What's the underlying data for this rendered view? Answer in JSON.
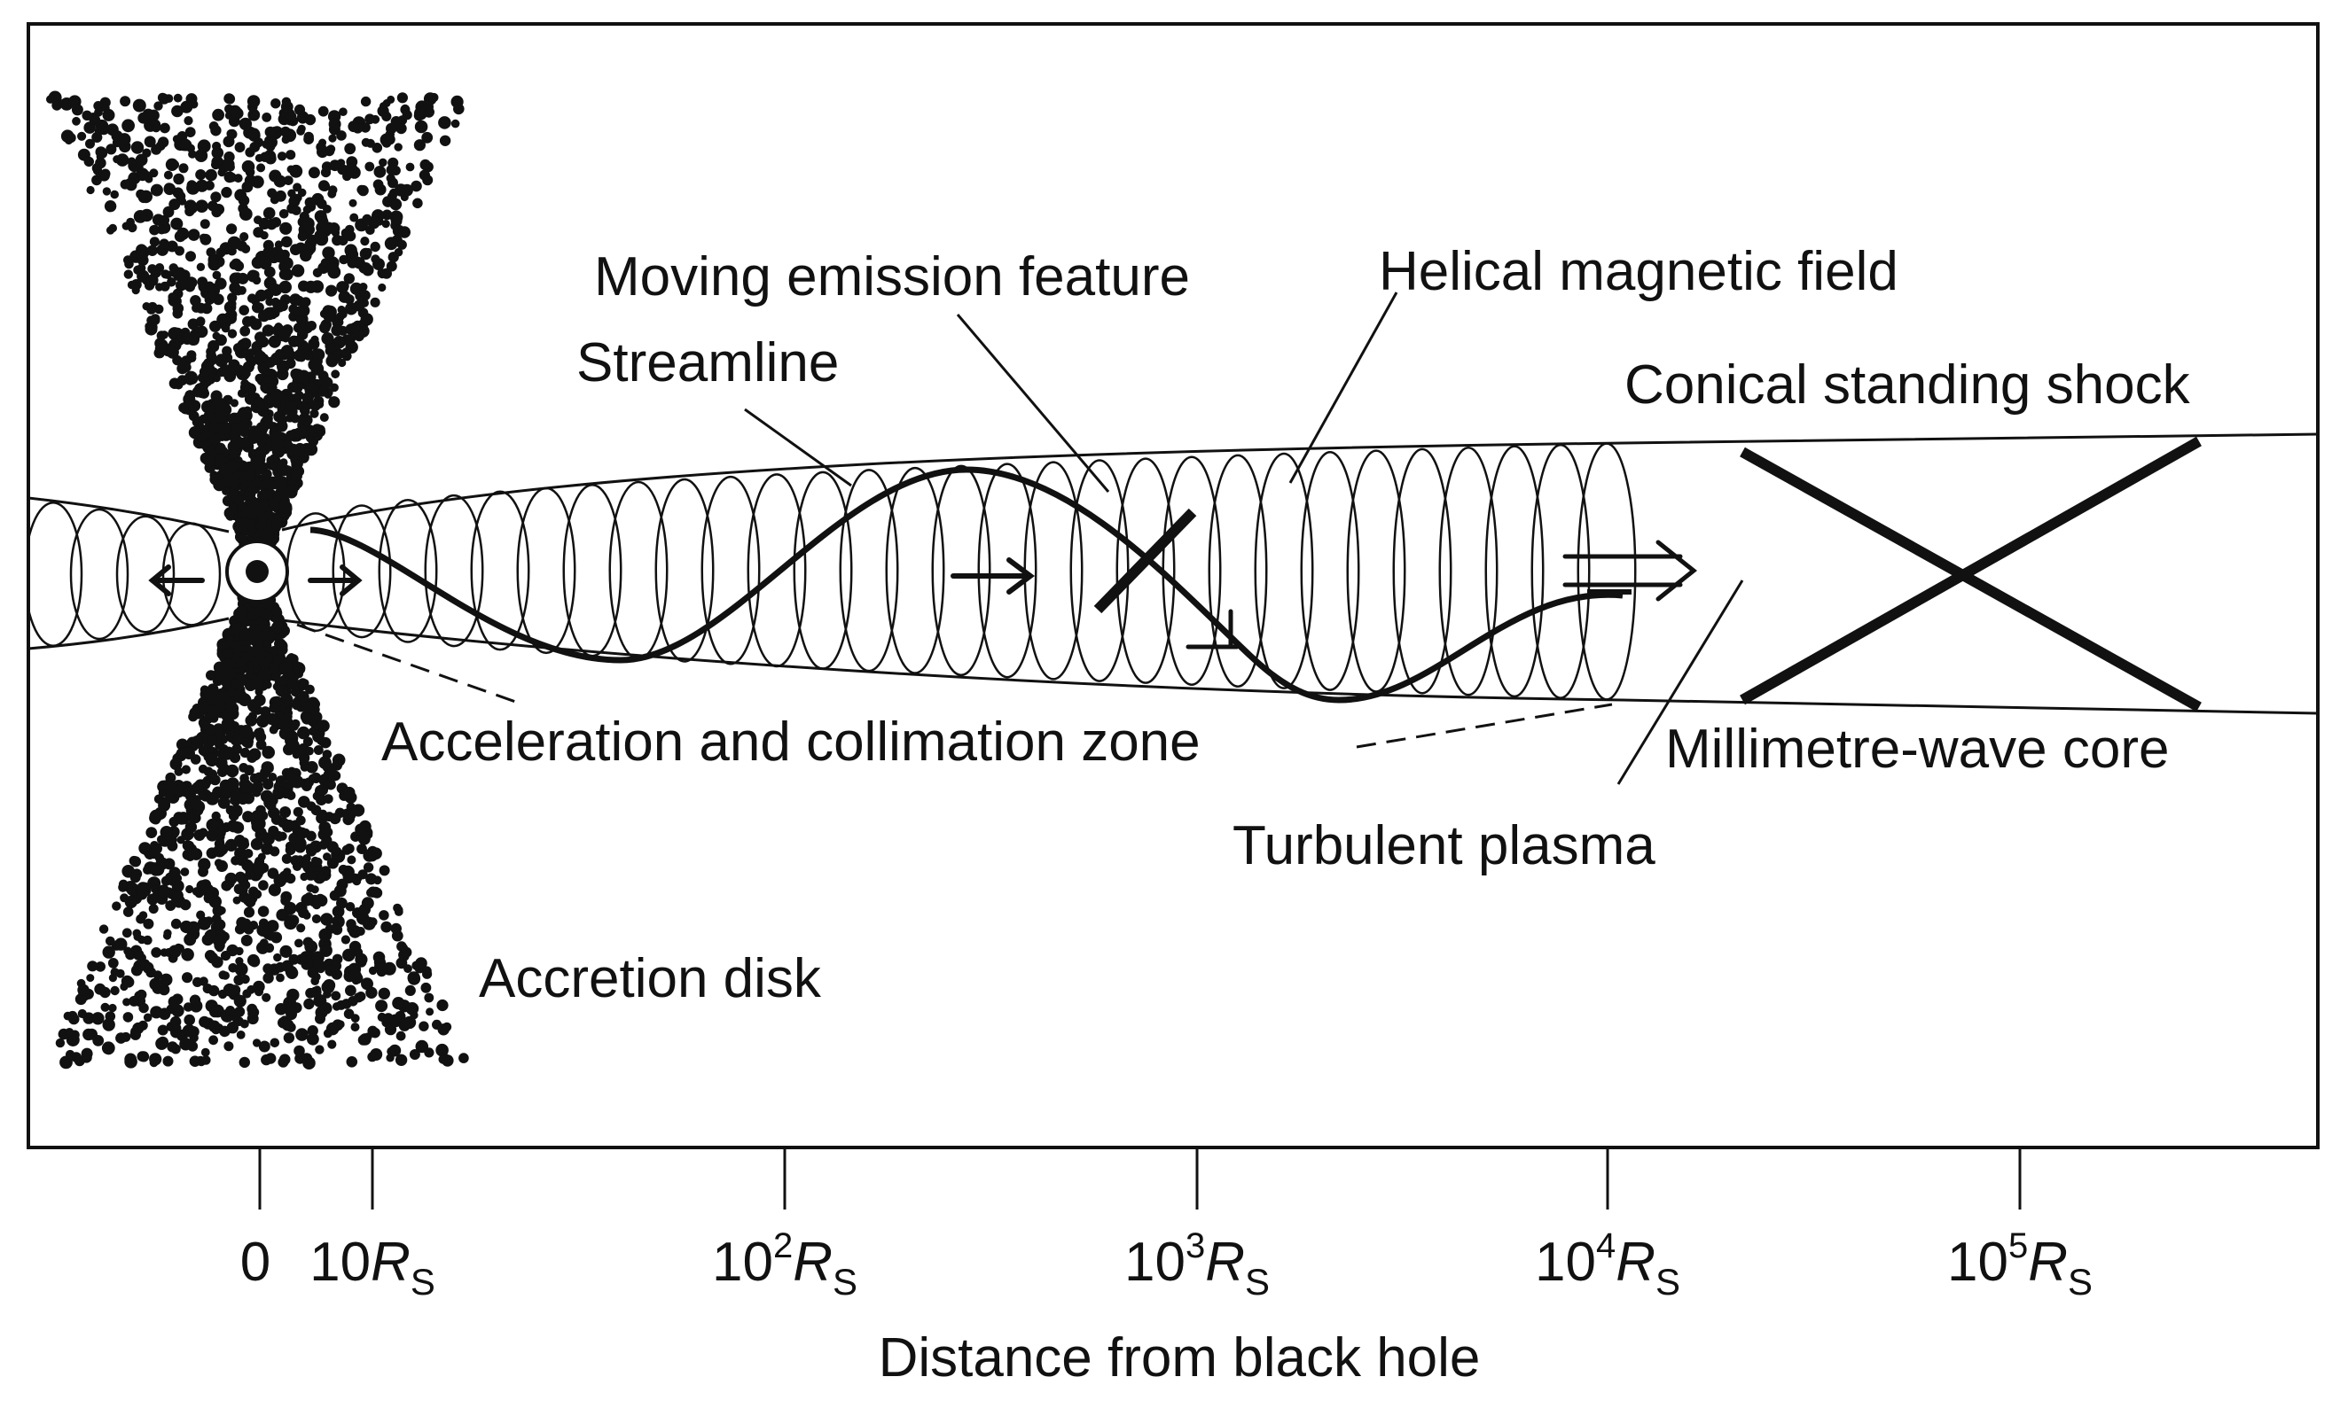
{
  "labels": {
    "moving_emission": "Moving emission feature",
    "helical_field": "Helical magnetic field",
    "streamline": "Streamline",
    "conical_shock": "Conical standing shock",
    "accel_zone": "Acceleration and collimation zone",
    "mm_core": "Millimetre-wave core",
    "turbulent_plasma": "Turbulent plasma",
    "accretion_disk": "Accretion disk"
  },
  "axis": {
    "title": "Distance from black hole",
    "ticks": [
      {
        "base": "0",
        "exp": "",
        "R": "",
        "sub": ""
      },
      {
        "base": "10",
        "exp": "",
        "R": "R",
        "sub": "S"
      },
      {
        "base": "10",
        "exp": "2",
        "R": "R",
        "sub": "S"
      },
      {
        "base": "10",
        "exp": "3",
        "R": "R",
        "sub": "S"
      },
      {
        "base": "10",
        "exp": "4",
        "R": "R",
        "sub": "S"
      },
      {
        "base": "10",
        "exp": "5",
        "R": "R",
        "sub": "S"
      }
    ]
  },
  "colors": {
    "ink": "#111111",
    "background": "#ffffff"
  }
}
